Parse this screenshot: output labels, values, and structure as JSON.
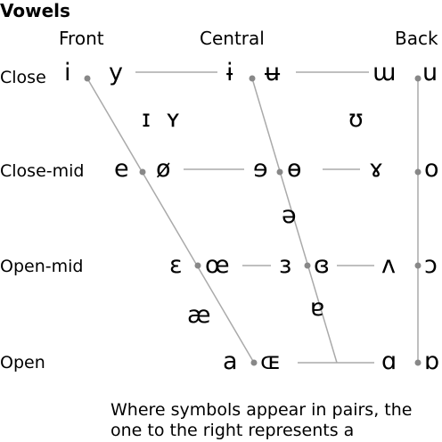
{
  "title": "Vowels",
  "columns": {
    "front": "Front",
    "central": "Central",
    "back": "Back"
  },
  "rows": {
    "close": "Close",
    "close_mid": "Close-mid",
    "open_mid": "Open-mid",
    "open": "Open"
  },
  "symbols": {
    "close": {
      "front_unrounded": "i",
      "front_rounded": "y",
      "central_unrounded": "ɨ",
      "central_rounded": "ʉ",
      "back_unrounded": "ɯ",
      "back_rounded": "u"
    },
    "near_close": {
      "front_unrounded": "ɪ",
      "front_rounded": "ʏ",
      "back_rounded": "ʊ"
    },
    "close_mid": {
      "front_unrounded": "e",
      "front_rounded": "ø",
      "central_unrounded": "ɘ",
      "central_rounded": "ɵ",
      "back_unrounded": "ɤ",
      "back_rounded": "o"
    },
    "mid": {
      "central": "ə"
    },
    "open_mid": {
      "front_unrounded": "ɛ",
      "front_rounded": "œ",
      "central_unrounded": "ɜ",
      "central_rounded": "ɞ",
      "back_unrounded": "ʌ",
      "back_rounded": "ɔ"
    },
    "near_open": {
      "front": "æ",
      "central": "ɐ"
    },
    "open": {
      "front_unrounded": "a",
      "front_rounded": "ɶ",
      "back_unrounded": "ɑ",
      "back_rounded": "ɒ"
    }
  },
  "caption": "Where symbols appear in pairs, the one to the right represents a",
  "colors": {
    "line": "#aaaaaa",
    "dot": "#888888",
    "text": "#000000"
  }
}
